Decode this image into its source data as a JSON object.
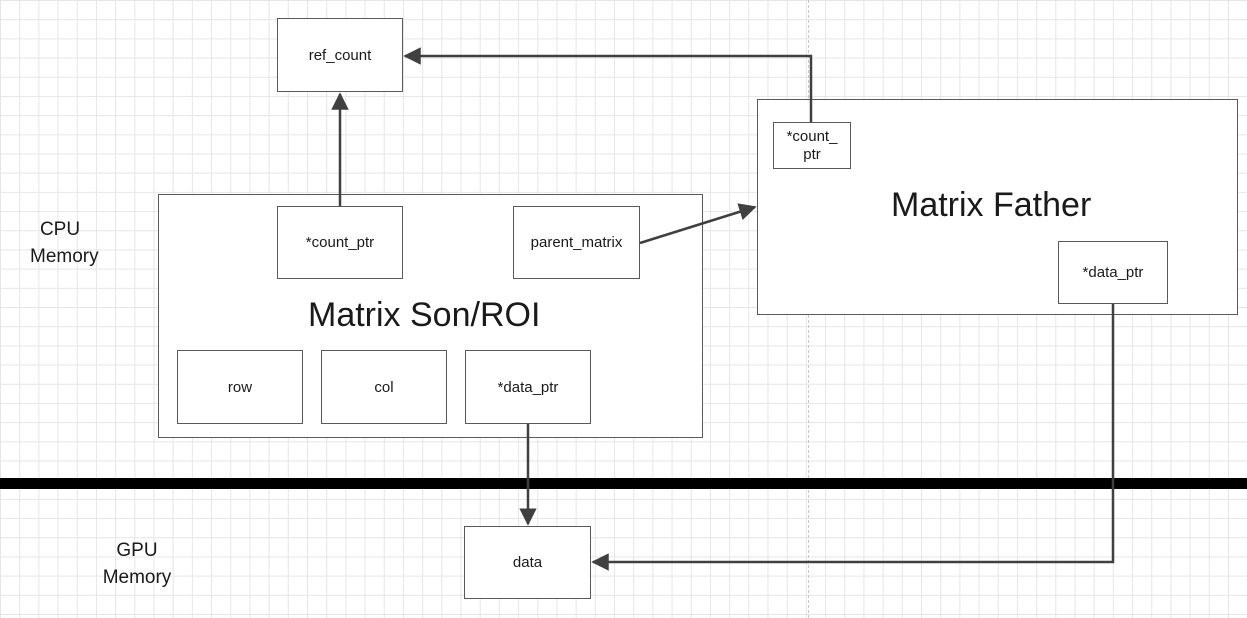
{
  "regions": {
    "cpu_label": "CPU\nMemory",
    "gpu_label": "GPU\nMemory"
  },
  "ref_count": {
    "label": "ref_count"
  },
  "son": {
    "title": "Matrix Son/ROI",
    "count_ptr": "*count_ptr",
    "parent_matrix": "parent_matrix",
    "row": "row",
    "col": "col",
    "data_ptr": "*data_ptr"
  },
  "father": {
    "title": "Matrix Father",
    "count_ptr": "*count_\nptr",
    "data_ptr": "*data_ptr"
  },
  "gpu_data": {
    "label": "data"
  },
  "colors": {
    "line": "#404040",
    "bar": "#000000",
    "grid": "#e6e6e6"
  }
}
